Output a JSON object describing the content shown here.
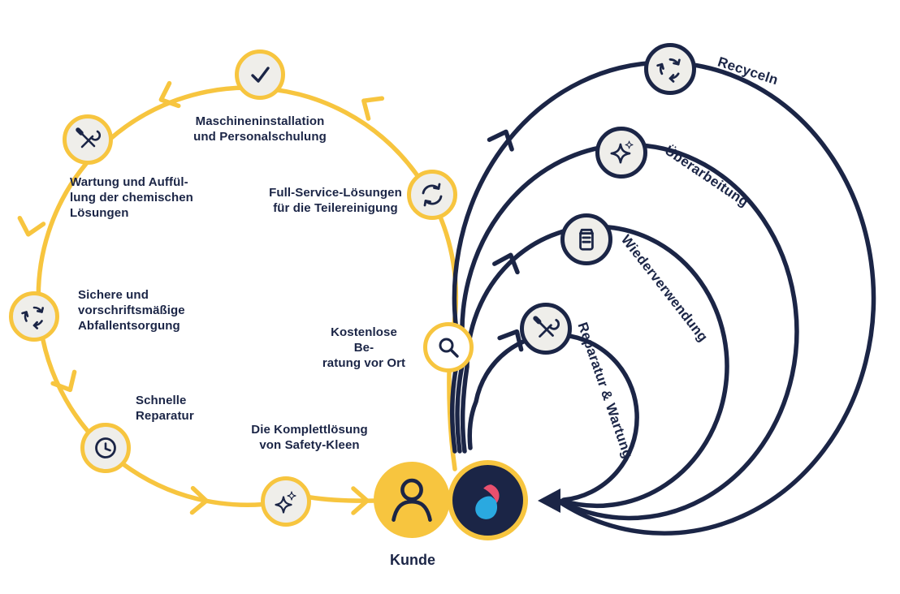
{
  "colors": {
    "yellow": "#F7C53F",
    "navy": "#1B2546",
    "node_fill": "#EFEEEA",
    "logo_red": "#E8506E",
    "logo_blue": "#2AA9E0"
  },
  "cycle": {
    "steps": [
      {
        "icon": "check-icon",
        "label": "Maschineninstallation\nund Personalschulung"
      },
      {
        "icon": "tools-icon",
        "label": "Wartung und Auffül-\nlung der chemischen\nLösungen"
      },
      {
        "icon": "recycle-icon",
        "label": "Sichere und\nvorschriftsmäßige\nAbfallentsorgung"
      },
      {
        "icon": "clock-icon",
        "label": "Schnelle\nReparatur"
      },
      {
        "icon": "sparkles-icon",
        "label": "Die Komplettlösung\nvon Safety-Kleen"
      },
      {
        "icon": "sync-arrows-icon",
        "label": "Full-Service-Lösungen\nfür die Teilereinigung"
      },
      {
        "icon": "magnifier-icon",
        "label": "Kostenlose Be-\nratung vor Ort"
      }
    ],
    "customer": {
      "label": "Kunde",
      "icons": [
        "person-icon",
        "safety-kleen-logo"
      ]
    }
  },
  "loops": [
    {
      "icon": "recycle-icon",
      "label": "Recyceln"
    },
    {
      "icon": "sparkle-icon",
      "label": "Überarbeitung"
    },
    {
      "icon": "drum-icon",
      "label": "Wiederverwendung"
    },
    {
      "icon": "tools-icon",
      "label": "Reparatur & Wartung"
    }
  ]
}
